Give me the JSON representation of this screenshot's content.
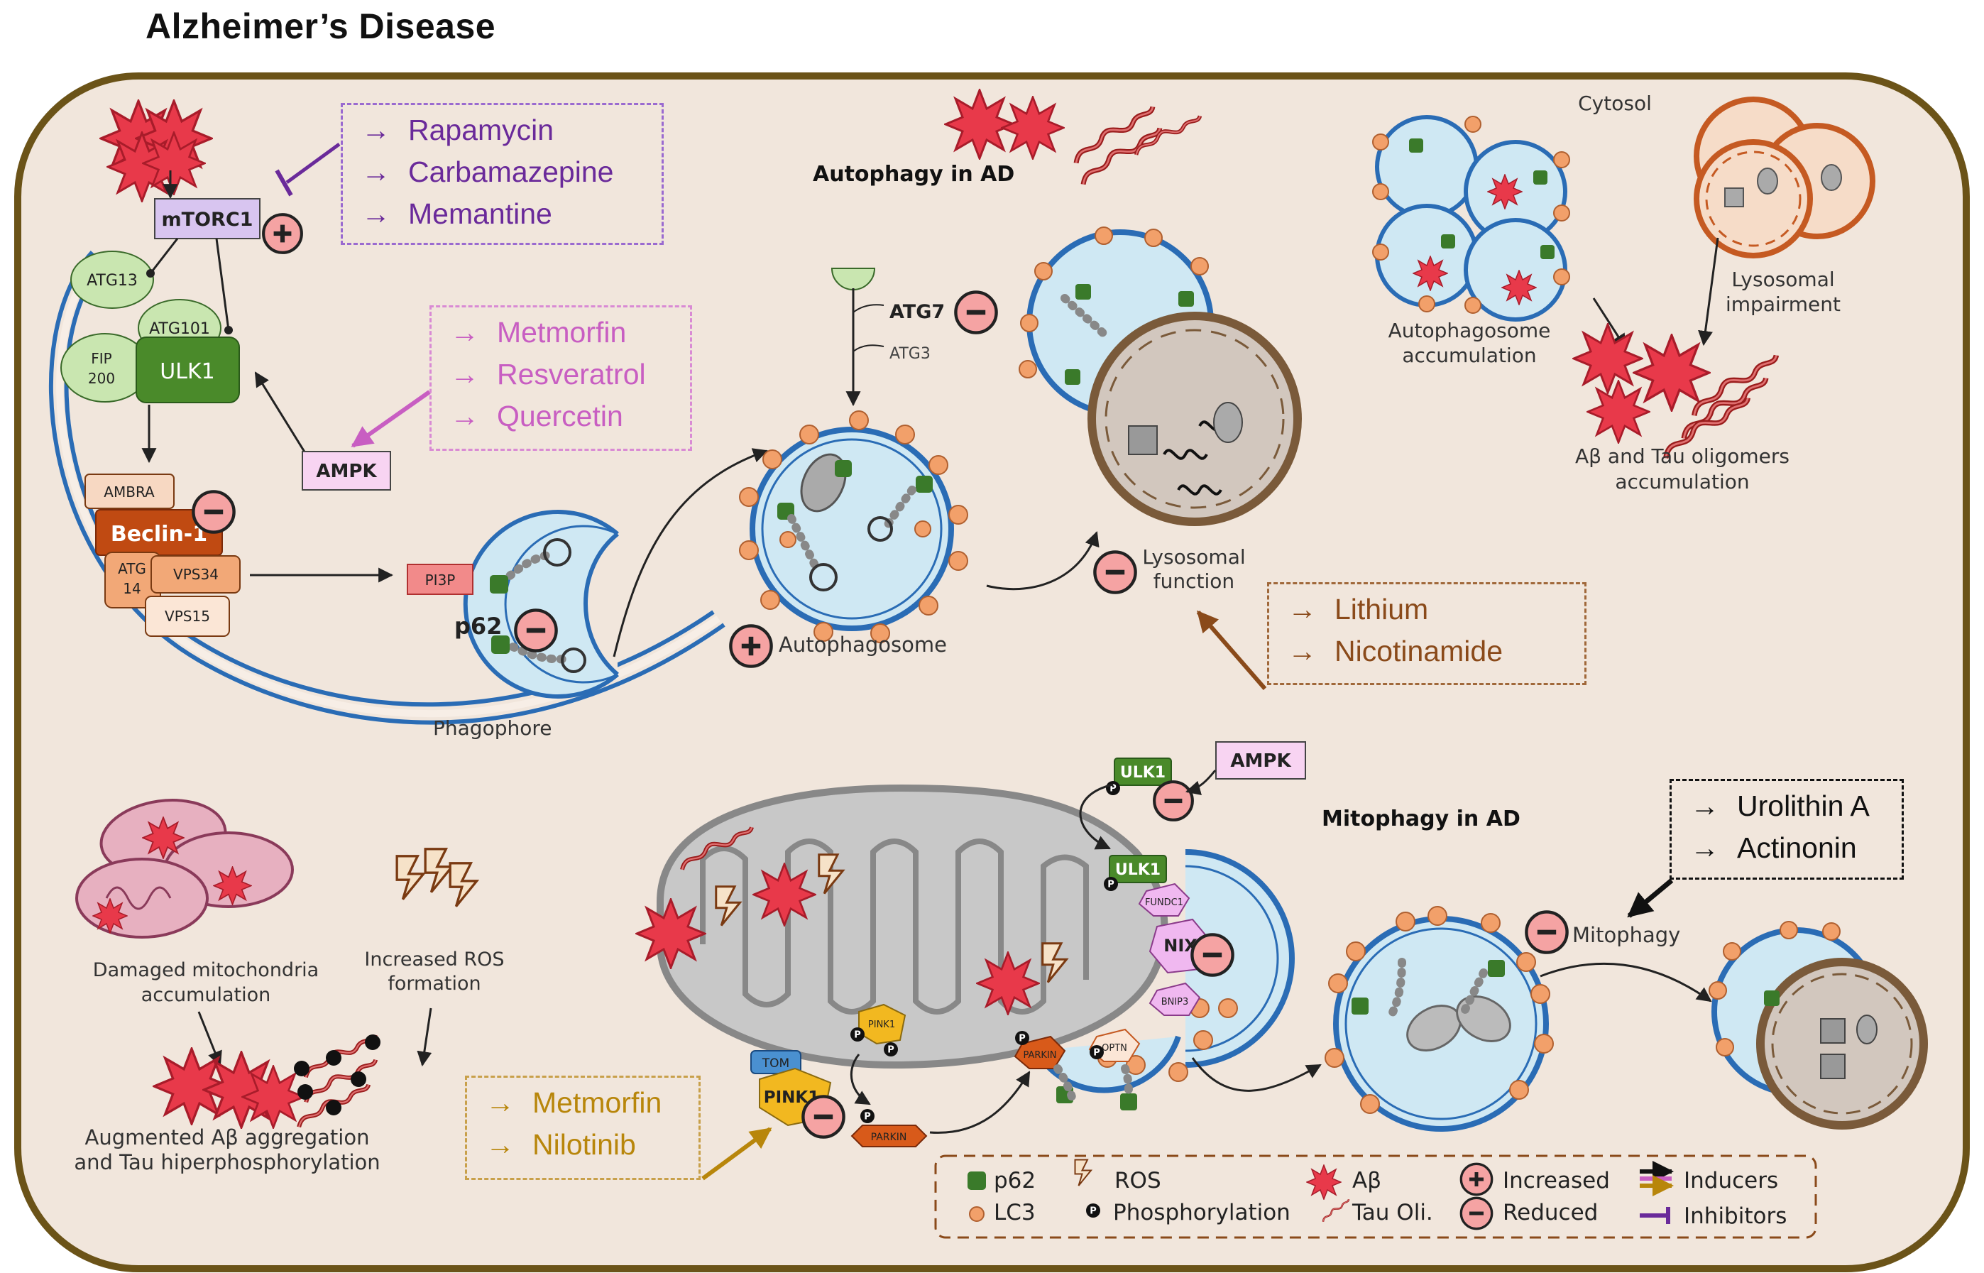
{
  "title": "Alzheimer’s Disease",
  "sections": {
    "autophagy": "Autophagy in AD",
    "mitophagy": "Mitophagy in AD",
    "cytosol": "Cytosol"
  },
  "proteins": {
    "mtorc1": "mTORC1",
    "atg13": "ATG13",
    "atg101": "ATG101",
    "fip200_line1": "FIP",
    "fip200_line2": "200",
    "ulk1": "ULK1",
    "ambra": "AMBRA",
    "beclin1": "Beclin-1",
    "atg14_line1": "ATG",
    "atg14_line2": "14",
    "vps34": "VPS34",
    "vps15": "VPS15",
    "ampk": "AMPK",
    "pi3p": "PI3P",
    "p62": "p62",
    "atg7": "ATG7",
    "atg3": "ATG3",
    "ulk1_mito_top": "ULK1",
    "ulk1_mito": "ULK1",
    "ampk_mito": "AMPK",
    "fundc1": "FUNDC1",
    "nix": "NIX",
    "bnip3": "BNIP3",
    "tom": "TOM",
    "pink1_big": "PINK1",
    "pink1_small": "PINK1",
    "parkin_small": "PARKIN",
    "parkin_mito": "PARKIN",
    "optn": "OPTN"
  },
  "labels": {
    "phagophore": "Phagophore",
    "autophagosome": "Autophagosome",
    "lysosomal_function_line1": "Lysosomal",
    "lysosomal_function_line2": "function",
    "autophagosome_accum_line1": "Autophagosome",
    "autophagosome_accum_line2": "accumulation",
    "lysosomal_impairment_line1": "Lysosomal",
    "lysosomal_impairment_line2": "impairment",
    "abeta_tau_line1": "Aβ and Tau oligomers",
    "abeta_tau_line2": "accumulation",
    "damaged_mito_line1": "Damaged mitochondria",
    "damaged_mito_line2": "accumulation",
    "ros_formation_line1": "Increased ROS",
    "ros_formation_line2": "formation",
    "augmented_line1": "Augmented  Aβ aggregation",
    "augmented_line2": "and Tau hiperphosphorylation",
    "mitophagy_label": "Mitophagy",
    "phospho": "P"
  },
  "drug_boxes": [
    {
      "name": "mtorc1-inhibitors",
      "color": "#6a2a9a",
      "items": [
        "Rapamycin",
        "Carbamazepine",
        "Memantine"
      ]
    },
    {
      "name": "ampk-inducers",
      "color": "#c85ec2",
      "items": [
        "Metmorfin",
        "Resveratrol",
        "Quercetin"
      ]
    },
    {
      "name": "lysosome-inducers",
      "color": "#8a4a1a",
      "items": [
        "Lithium",
        "Nicotinamide"
      ]
    },
    {
      "name": "mitophagy-inducers",
      "color": "#111111",
      "items": [
        "Urolithin A",
        "Actinonin"
      ]
    },
    {
      "name": "pink1-inducers",
      "color": "#b8860b",
      "items": [
        "Metmorfin",
        "Nilotinib"
      ]
    }
  ],
  "arrow_glyph": "→",
  "legend": {
    "p62": "p62",
    "lc3": "LC3",
    "ros": "ROS",
    "phosphorylation": "Phosphorylation",
    "abeta": "Aβ",
    "tau": "Tau Oli.",
    "increased": "Increased",
    "reduced": "Reduced",
    "inducers": "Inducers",
    "inhibitors": "Inhibitors"
  },
  "colors": {
    "cell_fill": "#f1e6dc",
    "cell_border": "#6b5318",
    "membrane_blue": "#2a6cb5",
    "vesicle_fill": "#cfe8f3",
    "lysosome_fill": "#d2c7be",
    "lysosome_border": "#7a5a3a",
    "p62_green": "#3a7a2a",
    "lc3_orange": "#f2a06a",
    "abeta_red": "#e8394a",
    "tau_red": "#9a1c1c",
    "mito_grey": "#b8b8b8",
    "minus_fill": "#f5a3a3"
  }
}
